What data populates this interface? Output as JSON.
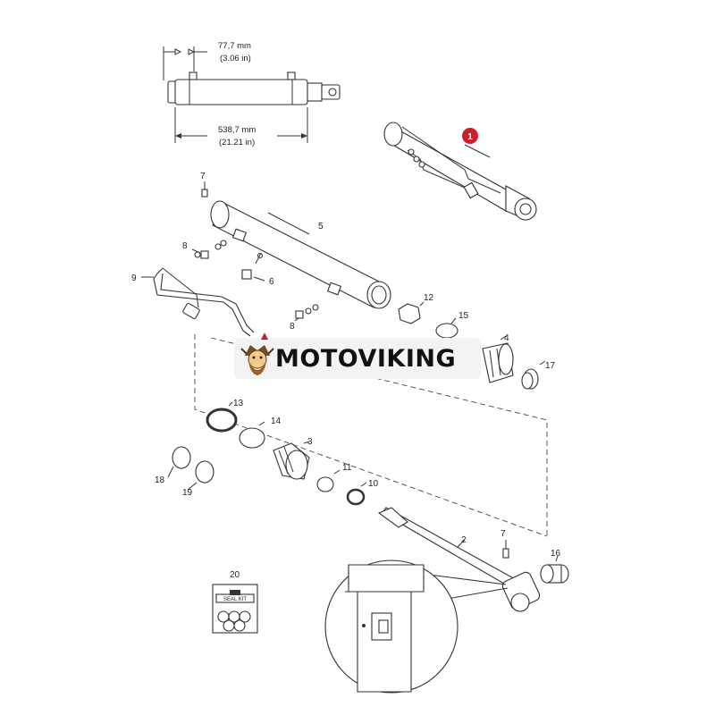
{
  "dimensions": {
    "stroke_mm": "77,7 mm",
    "stroke_in": "(3.06 in)",
    "length_mm": "538,7 mm",
    "length_in": "(21.21 in)"
  },
  "assembly_badge": "1",
  "callouts": {
    "p2": "2",
    "p3": "3",
    "p4": "4",
    "p5": "5",
    "p6": "6",
    "p7a": "7",
    "p7b": "7",
    "p8a": "8",
    "p8b": "8",
    "p9": "9",
    "p10": "10",
    "p11": "11",
    "p12": "12",
    "p13": "13",
    "p14": "14",
    "p15": "15",
    "p16": "16",
    "p17": "17",
    "p18": "18",
    "p19": "19",
    "p20": "20"
  },
  "seal_kit_label": "SEAL KIT",
  "watermark": "MOTOVIKING",
  "colors": {
    "badge": "#cc1f2a",
    "line": "#333333",
    "watermark_bg": "#f2f2f2"
  }
}
